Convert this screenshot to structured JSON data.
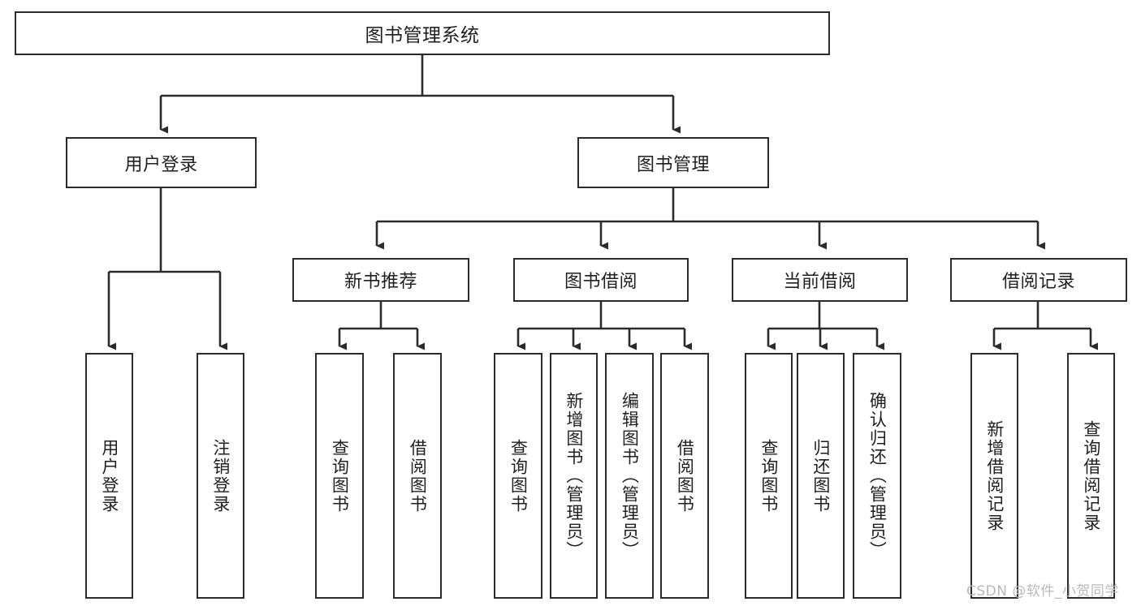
{
  "diagram": {
    "title": "图书管理系统",
    "type": "功能结构图",
    "style": {
      "background": "#ffffff",
      "node_border": "#2b2b2b",
      "node_fill": "#ffffff",
      "edge_color": "#2b2b2b",
      "text_color": "#1f1f1f",
      "watermark_color": "#b9b9b9"
    },
    "watermark": "CSDN @软件_小贺同学",
    "root": {
      "id": "root",
      "label": "图书管理系统"
    },
    "level1": [
      {
        "id": "user-login",
        "label": "用户登录"
      },
      {
        "id": "book-manage",
        "label": "图书管理"
      }
    ],
    "level2": [
      {
        "id": "new-book-rec",
        "label": "新书推荐",
        "parent": "book-manage"
      },
      {
        "id": "book-borrow",
        "label": "图书借阅",
        "parent": "book-manage"
      },
      {
        "id": "current-borrow",
        "label": "当前借阅",
        "parent": "book-manage"
      },
      {
        "id": "borrow-record",
        "label": "借阅记录",
        "parent": "book-manage"
      }
    ],
    "leaves": [
      {
        "id": "leaf-user-login",
        "label": "用户登录",
        "parent": "user-login"
      },
      {
        "id": "leaf-user-logout",
        "label": "注销登录",
        "parent": "user-login"
      },
      {
        "id": "leaf-query-book-1",
        "label": "查询图书",
        "parent": "new-book-rec"
      },
      {
        "id": "leaf-borrow-book-1",
        "label": "借阅图书",
        "parent": "new-book-rec"
      },
      {
        "id": "leaf-query-book-2",
        "label": "查询图书",
        "parent": "book-borrow"
      },
      {
        "id": "leaf-add-book",
        "label": "新增图书（管理员）",
        "parent": "book-borrow"
      },
      {
        "id": "leaf-edit-book",
        "label": "编辑图书（管理员）",
        "parent": "book-borrow"
      },
      {
        "id": "leaf-borrow-book-2",
        "label": "借阅图书",
        "parent": "book-borrow"
      },
      {
        "id": "leaf-query-book-3",
        "label": "查询图书",
        "parent": "current-borrow"
      },
      {
        "id": "leaf-return-book",
        "label": "归还图书",
        "parent": "current-borrow"
      },
      {
        "id": "leaf-confirm-return",
        "label": "确认归还（管理员）",
        "parent": "current-borrow"
      },
      {
        "id": "leaf-add-record",
        "label": "新增借阅记录",
        "parent": "borrow-record"
      },
      {
        "id": "leaf-query-record",
        "label": "查询借阅记录",
        "parent": "borrow-record"
      }
    ]
  }
}
